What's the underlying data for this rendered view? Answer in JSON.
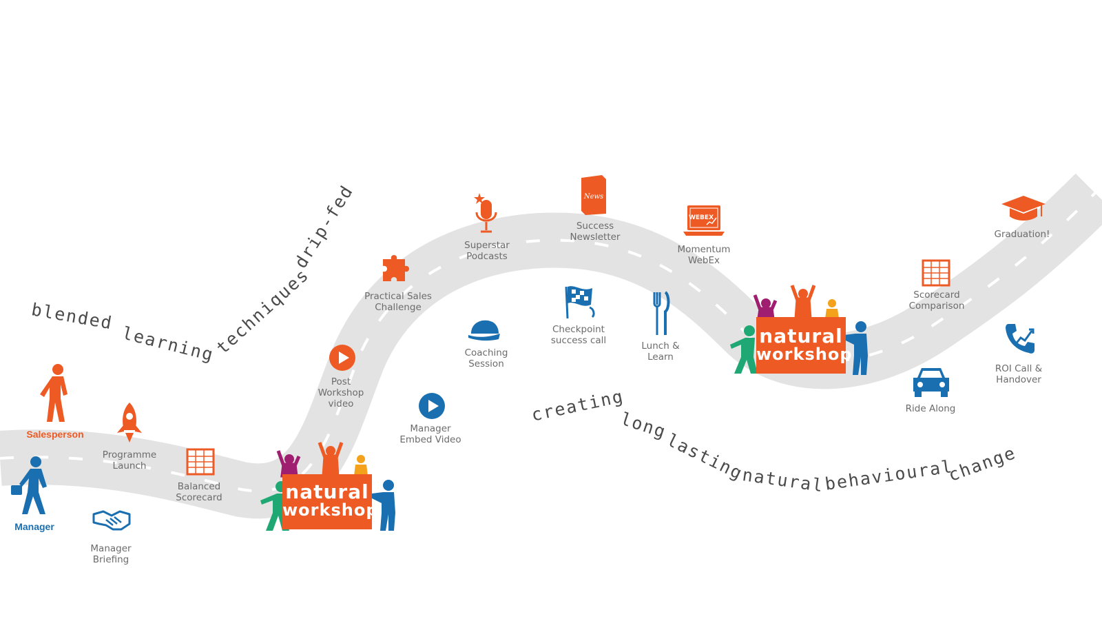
{
  "colors": {
    "orange": "#ee5a24",
    "blue": "#1a6fb0",
    "green": "#1fa873",
    "purple": "#a01e6f",
    "yellow": "#f4a21b",
    "road": "#e3e3e3",
    "text": "#6b6b6b"
  },
  "taglines": {
    "top": [
      "blended",
      "learning",
      "techniques",
      "drip-fed"
    ],
    "bottom": [
      "creating",
      "long",
      "lasting",
      "natural",
      "behavioural",
      "change"
    ]
  },
  "roles": {
    "salesperson": "Salesperson",
    "manager": "Manager"
  },
  "workshops": [
    {
      "line1": "natural",
      "line2": "workshop"
    },
    {
      "line1": "natural",
      "line2": "workshop"
    }
  ],
  "milestones": {
    "programme_launch": {
      "label": "Programme\nLaunch",
      "icon": "rocket-icon"
    },
    "manager_briefing": {
      "label": "Manager\nBriefing",
      "icon": "handshake-icon"
    },
    "balanced_scorecard": {
      "label": "Balanced\nScorecard",
      "icon": "scorecard-icon"
    },
    "post_workshop_video": {
      "label": "Post\nWorkshop\nvideo",
      "icon": "play-icon"
    },
    "manager_embed_video": {
      "label": "Manager\nEmbed Video",
      "icon": "play-icon"
    },
    "practical_sales_challenge": {
      "label": "Practical Sales\nChallenge",
      "icon": "puzzle-icon"
    },
    "superstar_podcasts": {
      "label": "Superstar\nPodcasts",
      "icon": "microphone-icon"
    },
    "coaching_session": {
      "label": "Coaching\nSession",
      "icon": "cap-icon"
    },
    "success_newsletter": {
      "label": "Success\nNewsletter",
      "icon": "newsletter-icon",
      "badge": "News"
    },
    "checkpoint_call": {
      "label": "Checkpoint\nsuccess call",
      "icon": "checkered-flag-icon"
    },
    "momentum_webex": {
      "label": "Momentum\nWebEx",
      "icon": "laptop-icon",
      "badge": "WEBEX"
    },
    "lunch_learn": {
      "label": "Lunch &\nLearn",
      "icon": "cutlery-icon"
    },
    "scorecard_comparison": {
      "label": "Scorecard\nComparison",
      "icon": "scorecard-icon"
    },
    "ride_along": {
      "label": "Ride Along",
      "icon": "car-icon"
    },
    "roi_call": {
      "label": "ROI Call &\nHandover",
      "icon": "phone-growth-icon"
    },
    "graduation": {
      "label": "Graduation!",
      "icon": "graduation-cap-icon"
    }
  }
}
